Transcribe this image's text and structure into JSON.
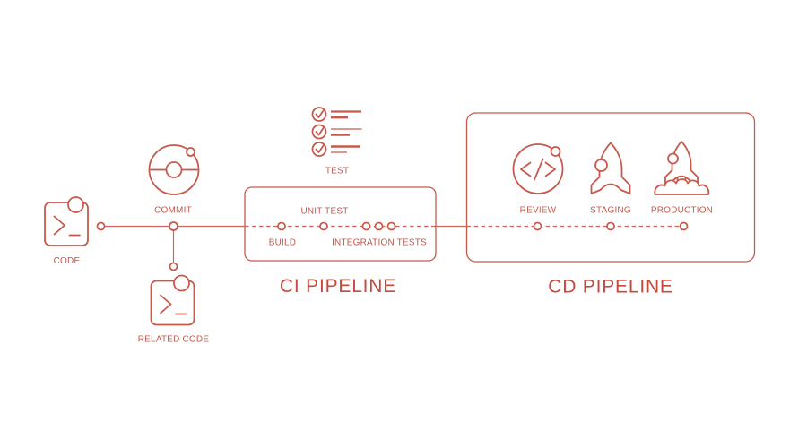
{
  "diagram": {
    "background_color": "#ffffff",
    "accent_color": "#c65a4d",
    "title_color": "#c54a3e"
  },
  "left_flow": {
    "code_label": "CODE",
    "commit_label": "COMMIT",
    "related_code_label": "RELATED CODE",
    "test_label": "TEST"
  },
  "ci_pipeline": {
    "title": "CI PIPELINE",
    "stages": [
      {
        "label": "BUILD",
        "node_count": 1,
        "label_position": "below"
      },
      {
        "label": "UNIT TEST",
        "node_count": 1,
        "label_position": "above"
      },
      {
        "label": "INTEGRATION TESTS",
        "node_count": 3,
        "label_position": "below"
      }
    ]
  },
  "cd_pipeline": {
    "title": "CD PIPELINE",
    "stages": [
      {
        "label": "REVIEW",
        "icon": "code-review-icon"
      },
      {
        "label": "STAGING",
        "icon": "rocket-icon"
      },
      {
        "label": "PRODUCTION",
        "icon": "rocket-launch-icon"
      }
    ]
  },
  "icons": {
    "code": "terminal-icon",
    "related_code": "terminal-icon",
    "commit": "git-commit-icon",
    "test": "checklist-icon",
    "review": "code-review-icon",
    "staging": "rocket-icon",
    "production": "rocket-launch-icon"
  }
}
